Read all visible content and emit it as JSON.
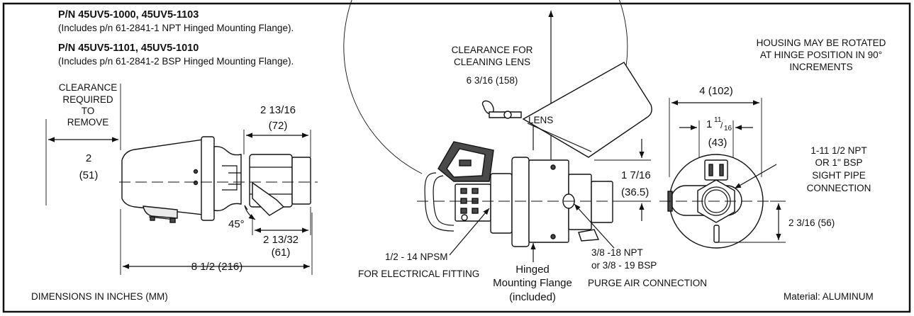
{
  "header": {
    "pn1": "P/N 45UV5-1000, 45UV5-1103",
    "pn1_note": "(Includes p/n 61-2841-1 NPT Hinged Mounting Flange).",
    "pn2": "P/N 45UV5-1101, 45UV5-1010",
    "pn2_note": "(Includes p/n 61-2841-2 BSP Hinged Mounting Flange)."
  },
  "side_view": {
    "clearance": [
      "CLEARANCE",
      "REQUIRED",
      "TO",
      "REMOVE"
    ],
    "dim_clear_in": "2",
    "dim_clear_mm": "(51)",
    "dim_top_in": "2 13/16",
    "dim_top_mm": "(72)",
    "dim_angle": "45°",
    "dim_bottom_in": "2 13/32",
    "dim_bottom_mm": "(61)",
    "dim_overall": "8 1/2 (216)"
  },
  "middle_view": {
    "clearance_lens": [
      "CLEARANCE FOR",
      "CLEANING LENS"
    ],
    "dim_lens": "6 3/16 (158)",
    "lens_label": "LENS",
    "dim_offset_in": "1 7/16",
    "dim_offset_mm": "(36.5)",
    "npsm": "1/2 - 14 NPSM",
    "elec_fitting": "FOR ELECTRICAL FITTING",
    "hinged": [
      "Hinged",
      "Mounting Flange",
      "(included)"
    ],
    "purge_thread1": "3/8 -18 NPT",
    "purge_thread2": "or 3/8 - 19 BSP",
    "purge": "PURGE AIR CONNECTION"
  },
  "front_view": {
    "rotate_note": [
      "HOUSING MAY BE ROTATED",
      "AT HINGE POSITION IN 90°",
      "INCREMENTS"
    ],
    "dim_width": "4 (102)",
    "dim_inner_whole": "1",
    "dim_inner_num": "11",
    "dim_inner_den": "16",
    "dim_inner_mm": "(43)",
    "sight_pipe": [
      "1-11 1/2 NPT",
      "OR 1\" BSP",
      "SIGHT PIPE",
      "CONNECTION"
    ],
    "dim_height": "2 3/16 (56)"
  },
  "footer": {
    "units": "DIMENSIONS IN INCHES (MM)",
    "material": "Material: ALUMINUM"
  }
}
